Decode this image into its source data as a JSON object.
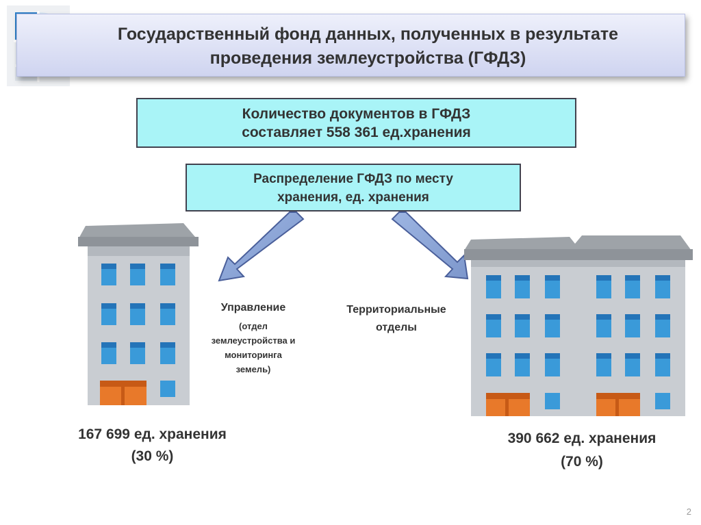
{
  "header": {
    "title_line1": "Государственный фонд данных, полученных в результате",
    "title_line2": "проведения землеустройства (ГФДЗ)"
  },
  "count_box": {
    "line1": "Количество документов в ГФДЗ",
    "line2": "составляет 558 361 ед.хранения"
  },
  "distribution_box": {
    "line1": "Распределение ГФДЗ по месту",
    "line2": "хранения, ед. хранения"
  },
  "left_branch": {
    "label_main": "Управление",
    "label_sub_line1": "(отдел",
    "label_sub_line2": "землеустройства и",
    "label_sub_line3": "мониторинга",
    "label_sub_line4": "земель)",
    "amount": "167 699 ед. хранения",
    "percent": "(30 %)"
  },
  "right_branch": {
    "label_line1": "Территориальные",
    "label_line2": "отделы",
    "amount": "390 662 ед. хранения",
    "percent": "(70 %)"
  },
  "page_number": "2",
  "colors": {
    "title_bg": "#cfd4f0",
    "box_fill": "#a9f4f7",
    "arrow_fill": "#8fa8d8",
    "window_blue": "#3a9ad9",
    "door_orange": "#e8792a",
    "building_gray": "#c9cdd2"
  },
  "icons": {
    "logo": "rosreestr-logo",
    "left_building": "building-icon",
    "right_building": "building-icon",
    "arrows": "arrow-down-icon"
  }
}
